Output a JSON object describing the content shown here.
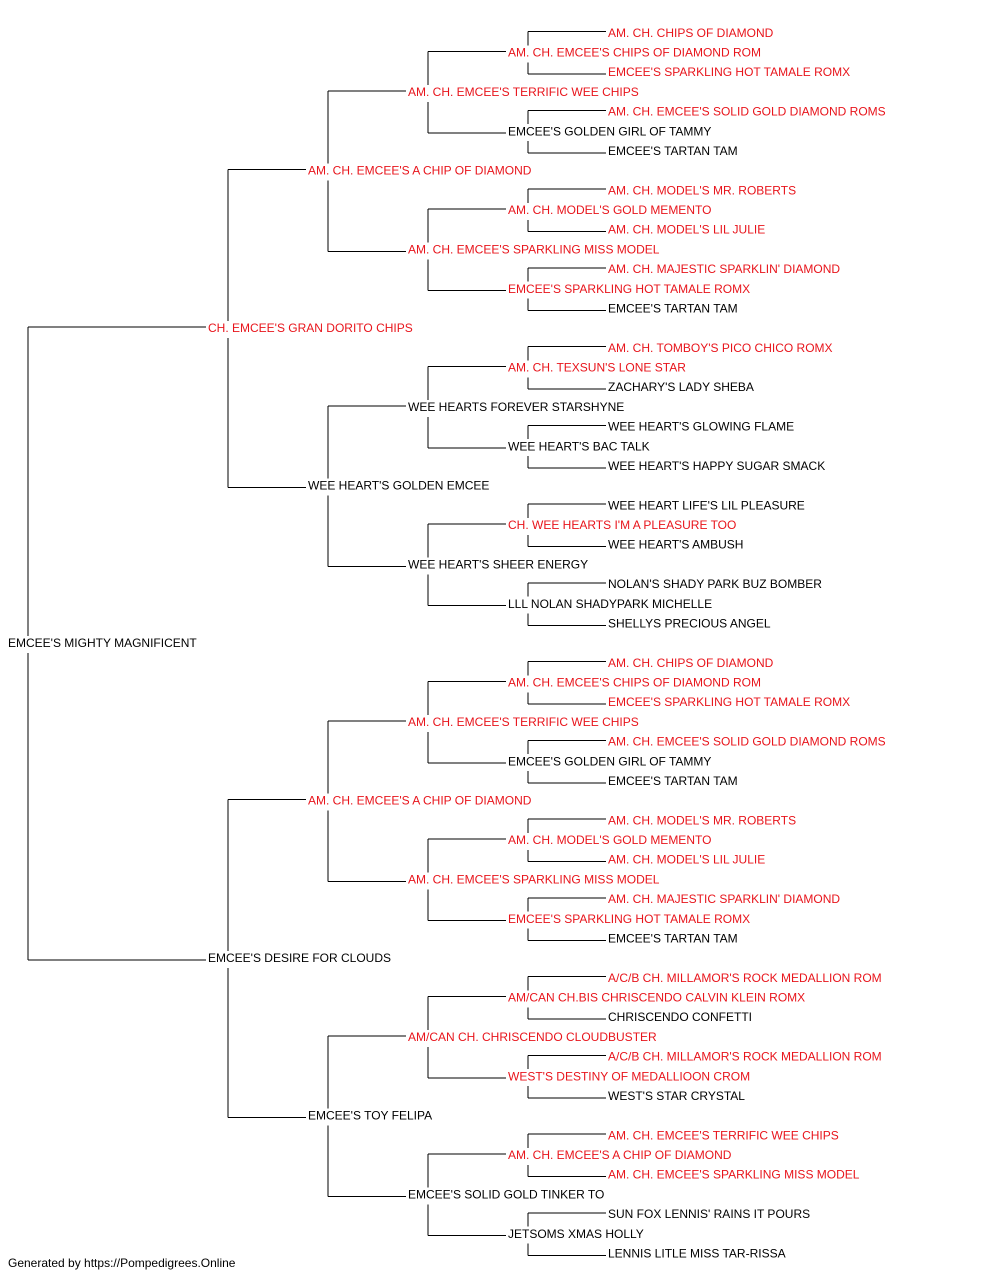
{
  "colors": {
    "champion": "#e8141b",
    "plain": "#000000",
    "lines": "#000000"
  },
  "footer": "Generated by https://Pompedigrees.Online",
  "pedigree": {
    "name": "EMCEE'S MIGHTY MAGNIFICENT",
    "champion": false,
    "sire": {
      "name": "CH. EMCEE'S GRAN DORITO CHIPS",
      "champion": true,
      "sire": {
        "name": "AM. CH. EMCEE'S A CHIP OF DIAMOND",
        "champion": true,
        "sire": {
          "name": "AM. CH. EMCEE'S TERRIFIC WEE CHIPS",
          "champion": true,
          "sire": {
            "name": "AM. CH. EMCEE'S CHIPS OF DIAMOND ROM",
            "champion": true,
            "sire": {
              "name": "AM. CH. CHIPS OF DIAMOND",
              "champion": true
            },
            "dam": {
              "name": "EMCEE'S SPARKLING HOT TAMALE ROMX",
              "champion": true
            }
          },
          "dam": {
            "name": "EMCEE'S GOLDEN GIRL OF TAMMY",
            "champion": false,
            "sire": {
              "name": "AM. CH. EMCEE'S SOLID GOLD DIAMOND ROMS",
              "champion": true
            },
            "dam": {
              "name": "EMCEE'S TARTAN TAM",
              "champion": false
            }
          }
        },
        "dam": {
          "name": "AM. CH. EMCEE'S SPARKLING MISS MODEL",
          "champion": true,
          "sire": {
            "name": "AM. CH. MODEL'S GOLD MEMENTO",
            "champion": true,
            "sire": {
              "name": "AM. CH. MODEL'S MR. ROBERTS",
              "champion": true
            },
            "dam": {
              "name": "AM. CH. MODEL'S LIL JULIE",
              "champion": true
            }
          },
          "dam": {
            "name": "EMCEE'S SPARKLING HOT TAMALE ROMX",
            "champion": true,
            "sire": {
              "name": "AM. CH. MAJESTIC SPARKLIN' DIAMOND",
              "champion": true
            },
            "dam": {
              "name": "EMCEE'S TARTAN TAM",
              "champion": false
            }
          }
        }
      },
      "dam": {
        "name": "WEE HEART'S GOLDEN EMCEE",
        "champion": false,
        "sire": {
          "name": "WEE HEARTS FOREVER STARSHYNE",
          "champion": false,
          "sire": {
            "name": "AM. CH. TEXSUN'S LONE STAR",
            "champion": true,
            "sire": {
              "name": "AM. CH. TOMBOY'S PICO CHICO ROMX",
              "champion": true
            },
            "dam": {
              "name": "ZACHARY'S LADY SHEBA",
              "champion": false
            }
          },
          "dam": {
            "name": "WEE HEART'S BAC TALK",
            "champion": false,
            "sire": {
              "name": "WEE HEART'S GLOWING FLAME",
              "champion": false
            },
            "dam": {
              "name": "WEE HEART'S HAPPY SUGAR SMACK",
              "champion": false
            }
          }
        },
        "dam": {
          "name": "WEE HEART'S SHEER ENERGY",
          "champion": false,
          "sire": {
            "name": "CH. WEE HEARTS I'M A PLEASURE TOO",
            "champion": true,
            "sire": {
              "name": "WEE HEART LIFE'S LIL PLEASURE",
              "champion": false
            },
            "dam": {
              "name": "WEE HEART'S AMBUSH",
              "champion": false
            }
          },
          "dam": {
            "name": "LLL NOLAN SHADYPARK MICHELLE",
            "champion": false,
            "sire": {
              "name": "NOLAN'S SHADY PARK BUZ BOMBER",
              "champion": false
            },
            "dam": {
              "name": "SHELLYS PRECIOUS ANGEL",
              "champion": false
            }
          }
        }
      }
    },
    "dam": {
      "name": "EMCEE'S DESIRE FOR CLOUDS",
      "champion": false,
      "sire": {
        "name": "AM. CH. EMCEE'S A CHIP OF DIAMOND",
        "champion": true,
        "sire": {
          "name": "AM. CH. EMCEE'S TERRIFIC WEE CHIPS",
          "champion": true,
          "sire": {
            "name": "AM. CH. EMCEE'S CHIPS OF DIAMOND ROM",
            "champion": true,
            "sire": {
              "name": "AM. CH. CHIPS OF DIAMOND",
              "champion": true
            },
            "dam": {
              "name": "EMCEE'S SPARKLING HOT TAMALE ROMX",
              "champion": true
            }
          },
          "dam": {
            "name": "EMCEE'S GOLDEN GIRL OF TAMMY",
            "champion": false,
            "sire": {
              "name": "AM. CH. EMCEE'S SOLID GOLD DIAMOND ROMS",
              "champion": true
            },
            "dam": {
              "name": "EMCEE'S TARTAN TAM",
              "champion": false
            }
          }
        },
        "dam": {
          "name": "AM. CH. EMCEE'S SPARKLING MISS MODEL",
          "champion": true,
          "sire": {
            "name": "AM. CH. MODEL'S GOLD MEMENTO",
            "champion": true,
            "sire": {
              "name": "AM. CH. MODEL'S MR. ROBERTS",
              "champion": true
            },
            "dam": {
              "name": "AM. CH. MODEL'S LIL JULIE",
              "champion": true
            }
          },
          "dam": {
            "name": "EMCEE'S SPARKLING HOT TAMALE ROMX",
            "champion": true,
            "sire": {
              "name": "AM. CH. MAJESTIC SPARKLIN' DIAMOND",
              "champion": true
            },
            "dam": {
              "name": "EMCEE'S TARTAN TAM",
              "champion": false
            }
          }
        }
      },
      "dam": {
        "name": "EMCEE'S TOY FELIPA",
        "champion": false,
        "sire": {
          "name": "AM/CAN CH. CHRISCENDO CLOUDBUSTER",
          "champion": true,
          "sire": {
            "name": "AM/CAN CH.BIS CHRISCENDO CALVIN KLEIN ROMX",
            "champion": true,
            "sire": {
              "name": "A/C/B CH. MILLAMOR'S ROCK MEDALLION ROM",
              "champion": true
            },
            "dam": {
              "name": "CHRISCENDO CONFETTI",
              "champion": false
            }
          },
          "dam": {
            "name": "WEST'S DESTINY OF MEDALLIOON CROM",
            "champion": true,
            "sire": {
              "name": "A/C/B CH. MILLAMOR'S ROCK MEDALLION ROM",
              "champion": true
            },
            "dam": {
              "name": "WEST'S STAR CRYSTAL",
              "champion": false
            }
          }
        },
        "dam": {
          "name": "EMCEE'S SOLID GOLD TINKER TO",
          "champion": false,
          "sire": {
            "name": "AM. CH. EMCEE'S A CHIP OF DIAMOND",
            "champion": true,
            "sire": {
              "name": "AM. CH. EMCEE'S TERRIFIC WEE CHIPS",
              "champion": true
            },
            "dam": {
              "name": "AM. CH. EMCEE'S SPARKLING MISS MODEL",
              "champion": true
            }
          },
          "dam": {
            "name": "JETSOMS XMAS HOLLY",
            "champion": false,
            "sire": {
              "name": "SUN FOX LENNIS' RAINS IT POURS",
              "champion": false
            },
            "dam": {
              "name": "LENNIS LITLE MISS TAR-RISSA",
              "champion": false
            }
          }
        }
      }
    }
  }
}
